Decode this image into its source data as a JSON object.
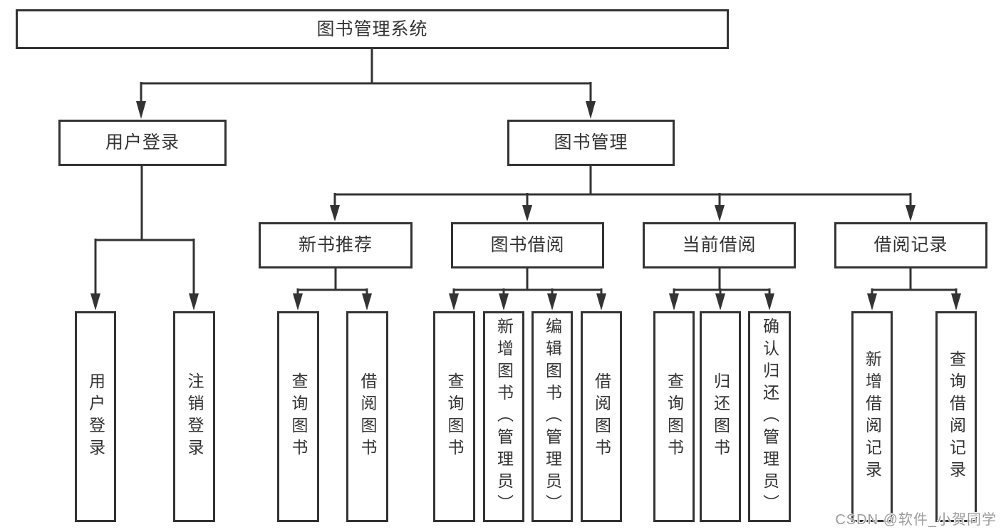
{
  "tree": {
    "root": {
      "label": "图书管理系统"
    },
    "branches": [
      {
        "label": "用户登录",
        "children": [
          {
            "label": "用户登录"
          },
          {
            "label": "注销登录"
          }
        ]
      },
      {
        "label": "图书管理",
        "children": [
          {
            "label": "新书推荐",
            "children": [
              {
                "label": "查询图书"
              },
              {
                "label": "借阅图书"
              }
            ]
          },
          {
            "label": "图书借阅",
            "children": [
              {
                "label": "查询图书"
              },
              {
                "label": "新增图书（管理员）"
              },
              {
                "label": "编辑图书（管理员）"
              },
              {
                "label": "借阅图书"
              }
            ]
          },
          {
            "label": "当前借阅",
            "children": [
              {
                "label": "查询图书"
              },
              {
                "label": "归还图书"
              },
              {
                "label": "确认归还（管理员）"
              }
            ]
          },
          {
            "label": "借阅记录",
            "children": [
              {
                "label": "新增借阅记录"
              },
              {
                "label": "查询借阅记录"
              }
            ]
          }
        ]
      }
    ]
  },
  "colors": {
    "line": "#333333",
    "border": "#333333",
    "text": "#333333",
    "watermark": "#9c9c9c"
  },
  "watermark": "CSDN @软件_小贺同学"
}
